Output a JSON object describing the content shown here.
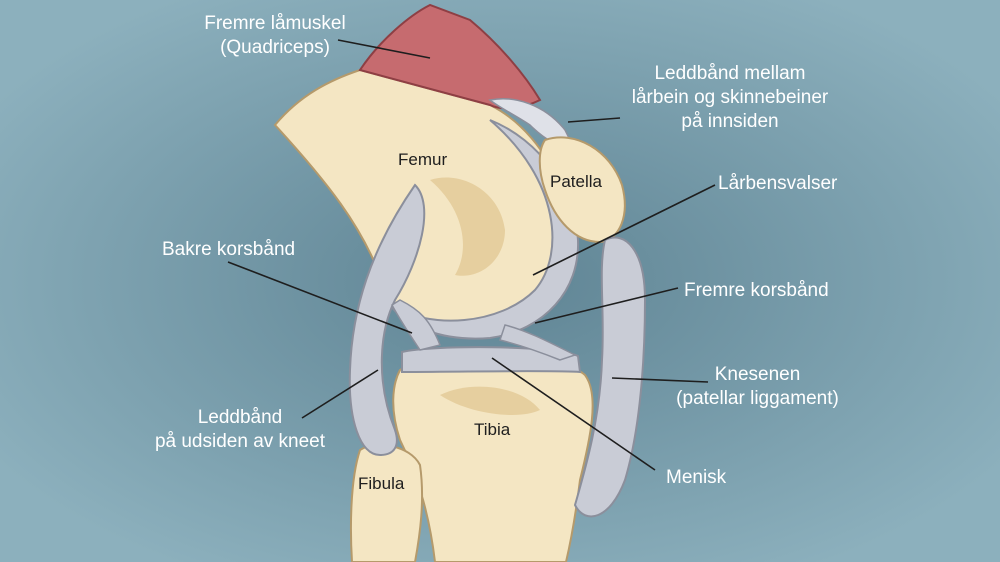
{
  "labels": {
    "quadriceps": [
      "Fremre låmuskel",
      "(Quadriceps)"
    ],
    "medial_ligament": [
      "Leddbånd mellam",
      "lårbein og skinnebeiner",
      "på innsiden"
    ],
    "condyles": [
      "Lårbensvalser"
    ],
    "posterior_cruciate": [
      "Bakre korsbånd"
    ],
    "anterior_cruciate": [
      "Fremre korsbånd"
    ],
    "patellar_ligament": [
      "Knesenen",
      "(patellar liggament)"
    ],
    "lateral_ligament": [
      "Leddbånd",
      "på udsiden av kneet"
    ],
    "meniscus": [
      "Menisk"
    ]
  },
  "bones": {
    "femur": "Femur",
    "patella": "Patella",
    "tibia": "Tibia",
    "fibula": "Fibula"
  },
  "colors": {
    "background": "#6e96a6",
    "bone": "#f4e6c3",
    "bone_shadow": "#e6cf9f",
    "cartilage": "#c9ccd6",
    "muscle": "#c66b6f",
    "label_text": "#ffffff",
    "leader_line": "#1e1e1e"
  }
}
